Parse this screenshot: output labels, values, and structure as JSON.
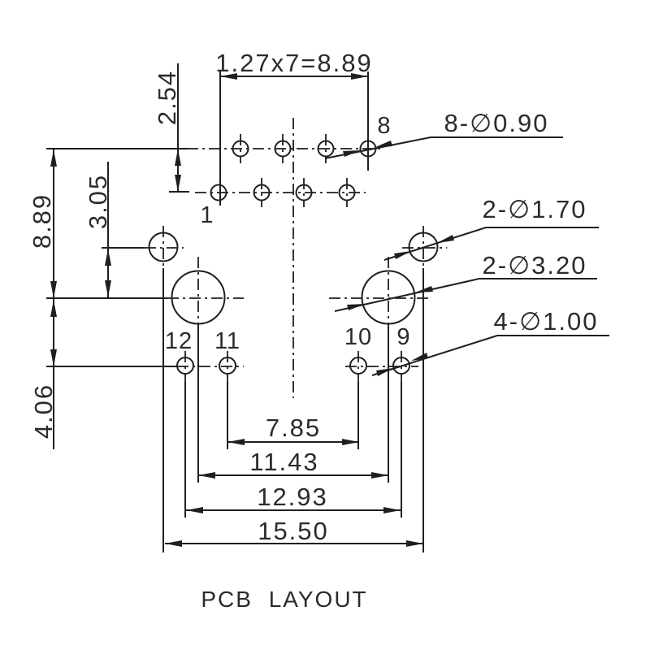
{
  "drawing_title": "PCB LAYOUT",
  "dimensions": {
    "pin_pitch_row": "1.27x7=8.89",
    "row_spacing": "2.54",
    "mid_hole_offset": "3.05",
    "upper_section_height": "8.89",
    "bottom_row_offset": "4.06",
    "inner_pin_span": "7.85",
    "large_hole_span": "11.43",
    "bottom_pin_span": "12.93",
    "outer_hole_span": "15.50"
  },
  "hole_callouts": {
    "contact_pins": "8-∅0.90",
    "locating_holes": "2-∅1.70",
    "mounting_holes": "2-∅3.20",
    "shield_pins": "4-∅1.00"
  },
  "pin_numbers": {
    "pin1": "1",
    "pin8": "8",
    "pin9": "9",
    "pin10": "10",
    "pin11": "11",
    "pin12": "12"
  }
}
